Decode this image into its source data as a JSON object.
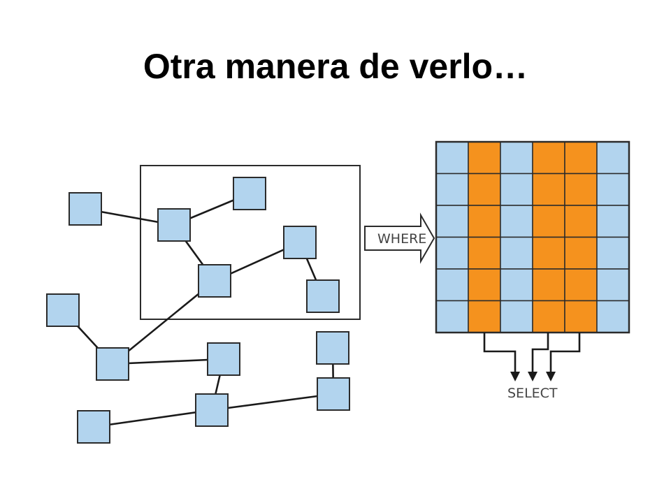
{
  "slide": {
    "title": "Otra manera de verlo…"
  },
  "diagram": {
    "where_label": "WHERE",
    "select_label": "SELECT",
    "colors": {
      "node_fill": "#b2d4ee",
      "selected_column": "#f5921e",
      "stroke": "#2b2b2b"
    },
    "grid": {
      "rows": 6,
      "columns": 6,
      "selected_columns": [
        1,
        3,
        4
      ]
    }
  }
}
